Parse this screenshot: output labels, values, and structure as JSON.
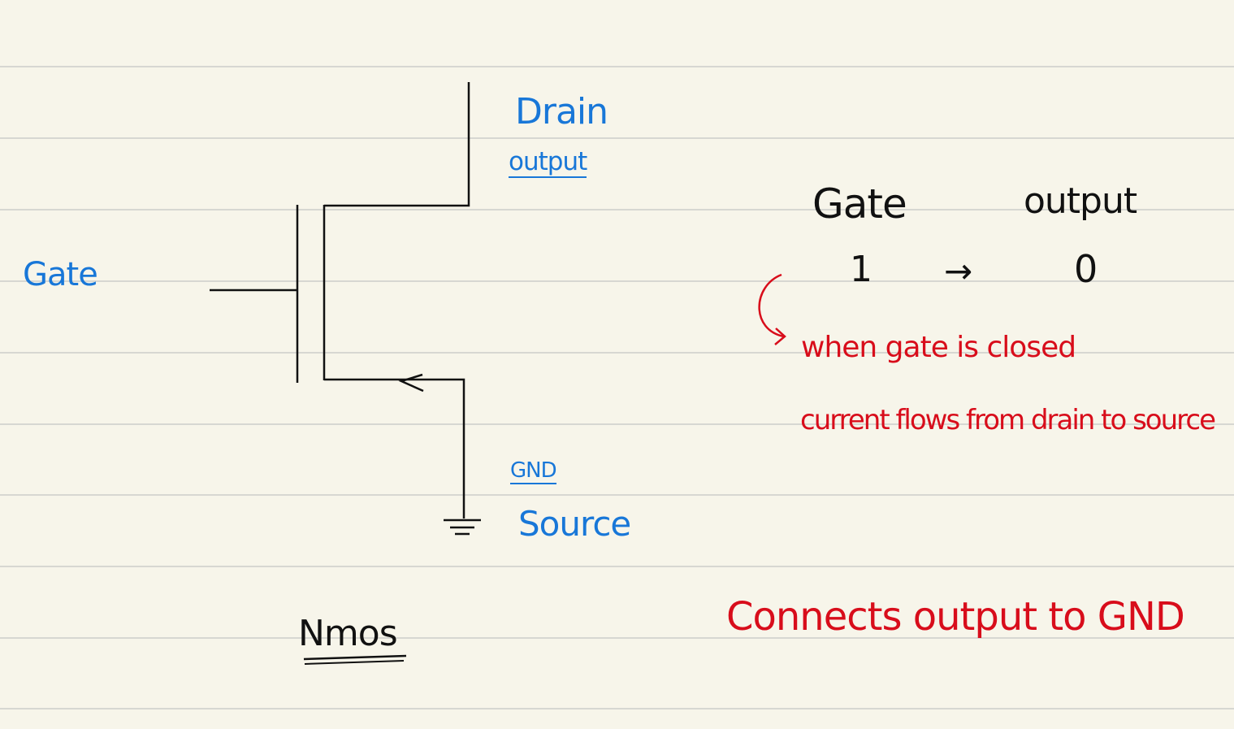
{
  "labels": {
    "gate_left": "Gate",
    "drain": "Drain",
    "drain_output": "output",
    "gnd": "GND",
    "source": "Source",
    "title": "Nmos"
  },
  "truth_table": {
    "header_gate": "Gate",
    "header_output": "output",
    "gate_value": "1",
    "arrow": "→",
    "output_value": "0"
  },
  "notes": {
    "line1": "when gate is closed",
    "line2": "current flows from drain to source",
    "summary": "Connects output to GND"
  },
  "colors": {
    "paper": "#f7f5ea",
    "rule_line": "#d7d7d2",
    "blue_ink": "#1877d8",
    "red_ink": "#d80d1b",
    "black_ink": "#111111"
  }
}
